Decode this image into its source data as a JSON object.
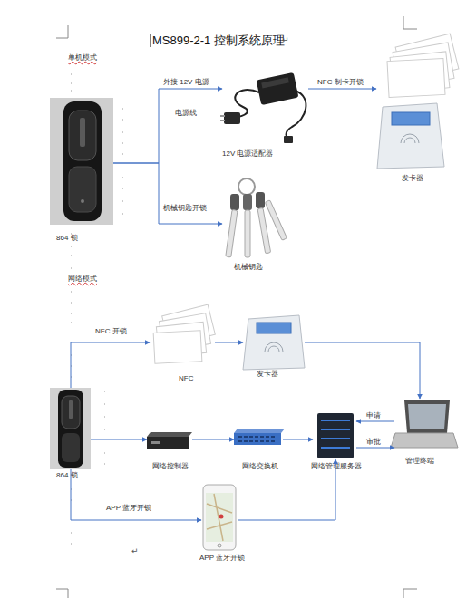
{
  "diagram": {
    "title": "MS899-2-1 控制系统原理",
    "nodes": [
      {
        "text": [
          "864 锁"
        ]
      },
      {
        "text": [
          "12V 电源适配器"
        ]
      },
      {
        "text": [
          "发卡器"
        ]
      },
      {
        "text": [
          "机械钥匙"
        ]
      },
      {
        "text": [
          "864 锁"
        ]
      },
      {
        "text": [
          "NFC"
        ]
      },
      {
        "text": [
          "发卡器"
        ]
      },
      {
        "text": [
          "网络控制器"
        ]
      },
      {
        "text": [
          "网络交换机"
        ]
      },
      {
        "text": [
          "网络管理服务器"
        ]
      },
      {
        "text": [
          "管理终端"
        ]
      },
      {
        "text": [
          "APP 蓝牙开锁"
        ]
      }
    ],
    "edges": [
      {
        "from": 0,
        "to": 1,
        "arrow": "to",
        "label": "外接 12V 电源"
      },
      {
        "from": 0,
        "to": 3,
        "arrow": "to",
        "label": "机械钥匙开锁"
      },
      {
        "from": 1,
        "to": 2,
        "arrow": "to",
        "label": "NFC 制卡开锁"
      },
      {
        "from": 4,
        "to": 5,
        "arrow": "to",
        "label": "NFC 开锁"
      },
      {
        "from": 5,
        "to": 6,
        "arrow": "to"
      },
      {
        "from": 6,
        "to": 10,
        "arrow": "to"
      },
      {
        "from": 4,
        "to": 7,
        "arrow": "to"
      },
      {
        "from": 7,
        "to": 8,
        "arrow": "to"
      },
      {
        "from": 8,
        "to": 9,
        "arrow": "to"
      },
      {
        "from": 10,
        "to": 9,
        "arrow": "to",
        "label": "申请"
      },
      {
        "from": 9,
        "to": 10,
        "arrow": "to",
        "label": "审批"
      },
      {
        "from": 4,
        "to": 11,
        "arrow": "to",
        "label": "APP 蓝牙开锁"
      },
      {
        "from": 11,
        "to": 9,
        "arrow": "to"
      }
    ],
    "labels": [
      "单机模式",
      "↵",
      "电源线",
      "网络模式",
      "↵"
    ]
  }
}
